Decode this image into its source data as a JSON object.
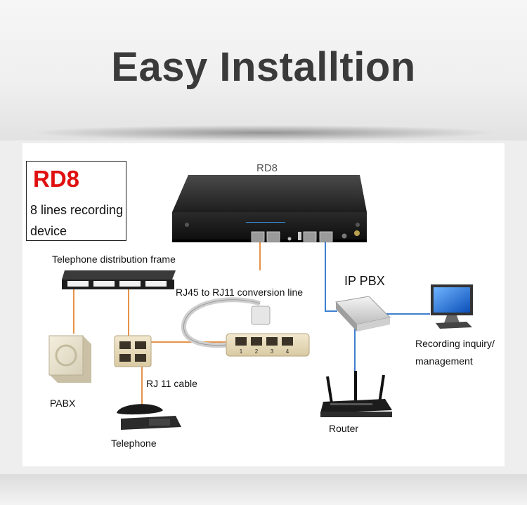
{
  "header": {
    "title": "Easy Installtion"
  },
  "product": {
    "name": "RD8",
    "description": "8 lines recording device"
  },
  "labels": {
    "device": "RD8",
    "distribution_frame": "Telephone distribution frame",
    "conversion_line": "RJ45 to RJ11 conversion line",
    "ip_pbx": "IP PBX",
    "recording_line1": "Recording inquiry/",
    "recording_line2": "management",
    "rj11_cable": "RJ 11 cable",
    "pabx": "PABX",
    "router": "Router",
    "telephone": "Telephone"
  },
  "splitter_ports": [
    "1",
    "2",
    "3",
    "4"
  ],
  "colors": {
    "analog_line": "#e6934a",
    "network_line": "#3d7fd0",
    "brand_red": "#e01010"
  }
}
